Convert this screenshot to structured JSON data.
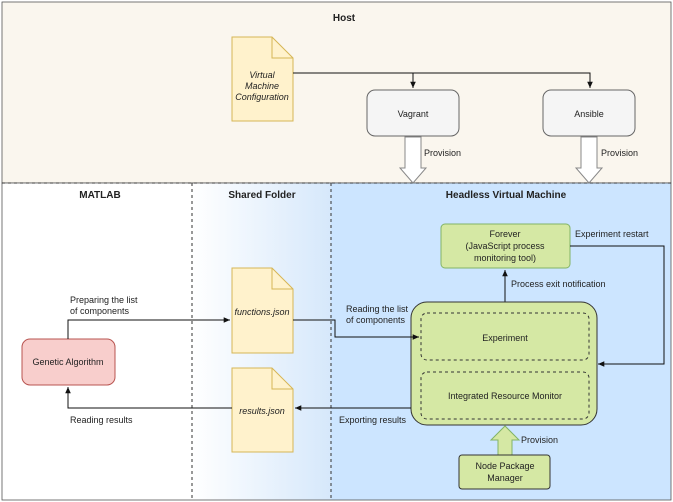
{
  "regions": {
    "host": "Host",
    "matlab": "MATLAB",
    "shared_folder": "Shared Folder",
    "headless_vm": "Headless Virtual Machine"
  },
  "nodes": {
    "vm_config": [
      "Virtual",
      "Machine",
      "Configuration"
    ],
    "vagrant": "Vagrant",
    "ansible": "Ansible",
    "forever": [
      "Forever",
      "(JavaScript process",
      "monitoring tool)"
    ],
    "experiment": "Experiment",
    "resource_monitor": "Integrated Resource Monitor",
    "npm": [
      "Node Package",
      "Manager"
    ],
    "genetic_algorithm": "Genetic Algorithm",
    "functions_json": "functions.json",
    "results_json": "results.json"
  },
  "edges": {
    "provision_vagrant": "Provision",
    "provision_ansible": "Provision",
    "provision_npm": "Provision",
    "experiment_restart": "Experiment restart",
    "process_exit": "Process exit notification",
    "preparing_list": [
      "Preparing the list",
      "of components"
    ],
    "reading_list": [
      "Reading the list",
      "of components"
    ],
    "exporting_results": "Exporting results",
    "reading_results": "Reading results"
  },
  "colors": {
    "host_bg": "#faf6ee",
    "vm_bg": "#cce5ff",
    "shared_gradient_end": "#d6e8fb",
    "note_fill": "#fff2cc",
    "note_stroke": "#d6b656",
    "green_fill": "#d5e8a4",
    "green_stroke": "#82b366",
    "red_fill": "#f8cecc",
    "red_stroke": "#b85450",
    "gray_fill": "#f5f5f5",
    "gray_stroke": "#666666"
  }
}
